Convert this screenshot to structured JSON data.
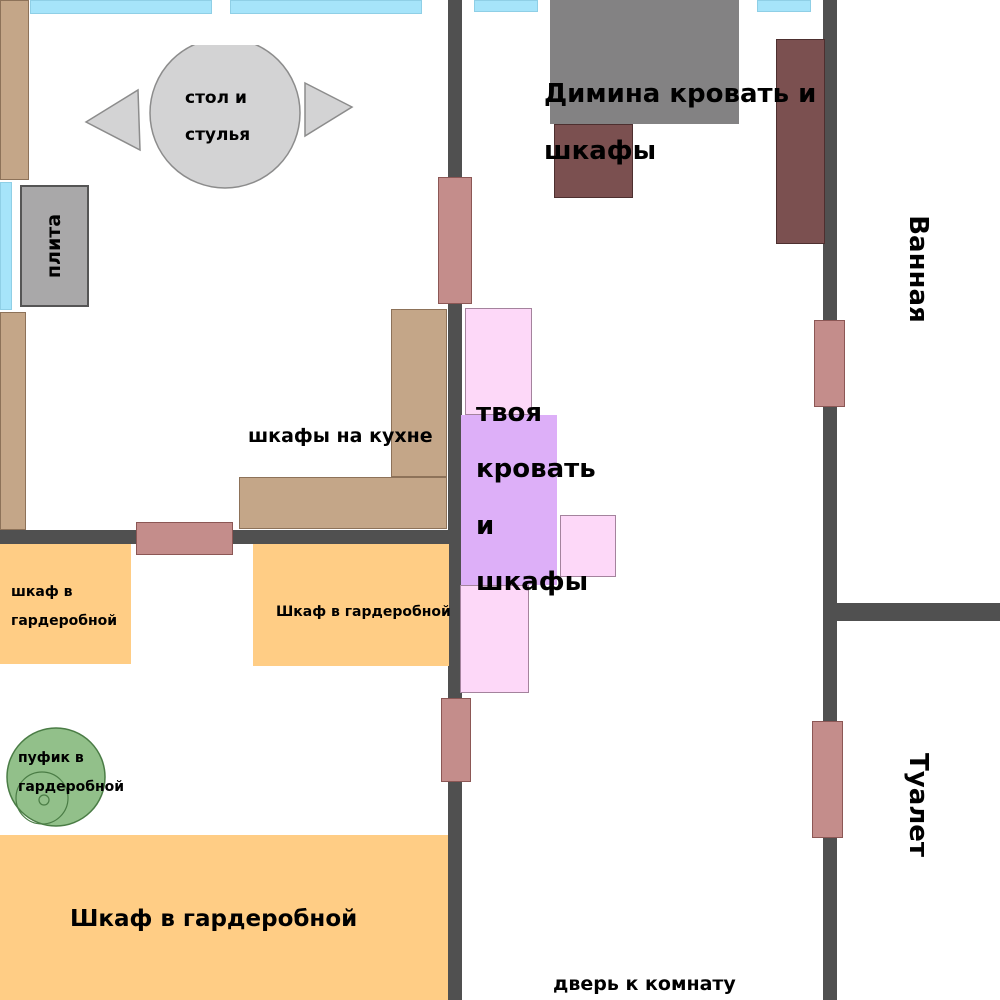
{
  "labels": {
    "table": [
      "стол и",
      "стулья"
    ],
    "stove": "плита",
    "kitchen_cabinets": "шкафы на кухне",
    "wardrobe_left": [
      "шкаф в",
      "гардеробной"
    ],
    "wardrobe_mid": "Шкаф в гардеробной",
    "pouf": [
      "пуфик в",
      "гардеробной"
    ],
    "wardrobe_bottom": "Шкаф в гардеробной",
    "dima_bed": [
      "Димина кровать и",
      "шкафы"
    ],
    "your_bed": [
      "твоя",
      "кровать",
      "и",
      "шкафы"
    ],
    "bathroom": "Ванная",
    "toilet": "Туалет",
    "room_door": "дверь к комнату"
  },
  "colors": {
    "wall": "#505050",
    "window": "#a6e4fa",
    "door": "#c48d8b",
    "kitchen_cabinet": "#c4a688",
    "wardrobe": "#ffcd85",
    "stove": "#a9a8a9",
    "table": "#d3d3d4",
    "dima_bed": "#838283",
    "dima_cabinet": "#7b5050",
    "your_bed": "#ddaff8",
    "your_cabinet": "#fdd8f8",
    "pouf": "#92c08a"
  }
}
